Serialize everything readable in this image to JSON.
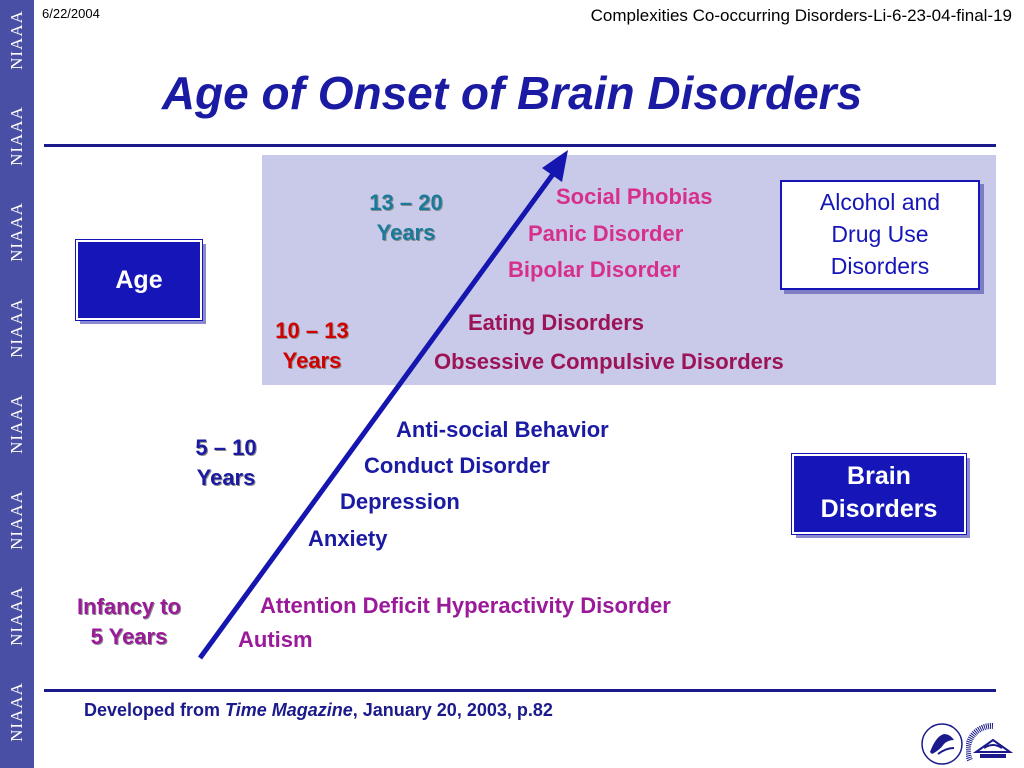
{
  "header": {
    "date": "6/22/2004",
    "reference": "Complexities Co-occurring Disorders-Li-6-23-04-final-19"
  },
  "sidebar": {
    "label": "NIAAA"
  },
  "title": "Age of Onset of Brain Disorders",
  "boxes": {
    "age": "Age",
    "alcohol_line1": "Alcohol and",
    "alcohol_line2": "Drug Use",
    "alcohol_line3": "Disorders",
    "brain_line1": "Brain",
    "brain_line2": "Disorders"
  },
  "ages": {
    "teen_line1": "13 – 20",
    "teen_line2": "Years",
    "preteen_line1": "10 – 13",
    "preteen_line2": "Years",
    "child_line1": "5 – 10",
    "child_line2": "Years",
    "infant_line1": "Infancy to",
    "infant_line2": "5 Years"
  },
  "disorders": {
    "social_phobias": "Social Phobias",
    "panic": "Panic Disorder",
    "bipolar": "Bipolar Disorder",
    "eating": "Eating Disorders",
    "ocd": "Obsessive Compulsive Disorders",
    "antisocial": "Anti-social Behavior",
    "conduct": "Conduct Disorder",
    "depression": "Depression",
    "anxiety": "Anxiety",
    "adhd": "Attention Deficit Hyperactivity Disorder",
    "autism": "Autism"
  },
  "footer": {
    "prefix": "Developed from ",
    "source": "Time Magazine",
    "suffix": ", January 20, 2003, p.82"
  },
  "colors": {
    "title": "#1a1aa3",
    "box_blue": "#1515b8",
    "panel": "#c9c9e9",
    "teal": "#1a7a9a",
    "red": "#d10000",
    "pink": "#d6308c",
    "maroon": "#9c1356",
    "purple": "#9a1a9a",
    "blue_text": "#1a1aa3"
  },
  "logos": {
    "left": "hhs-eagle-seal",
    "right": "nih-logo"
  }
}
